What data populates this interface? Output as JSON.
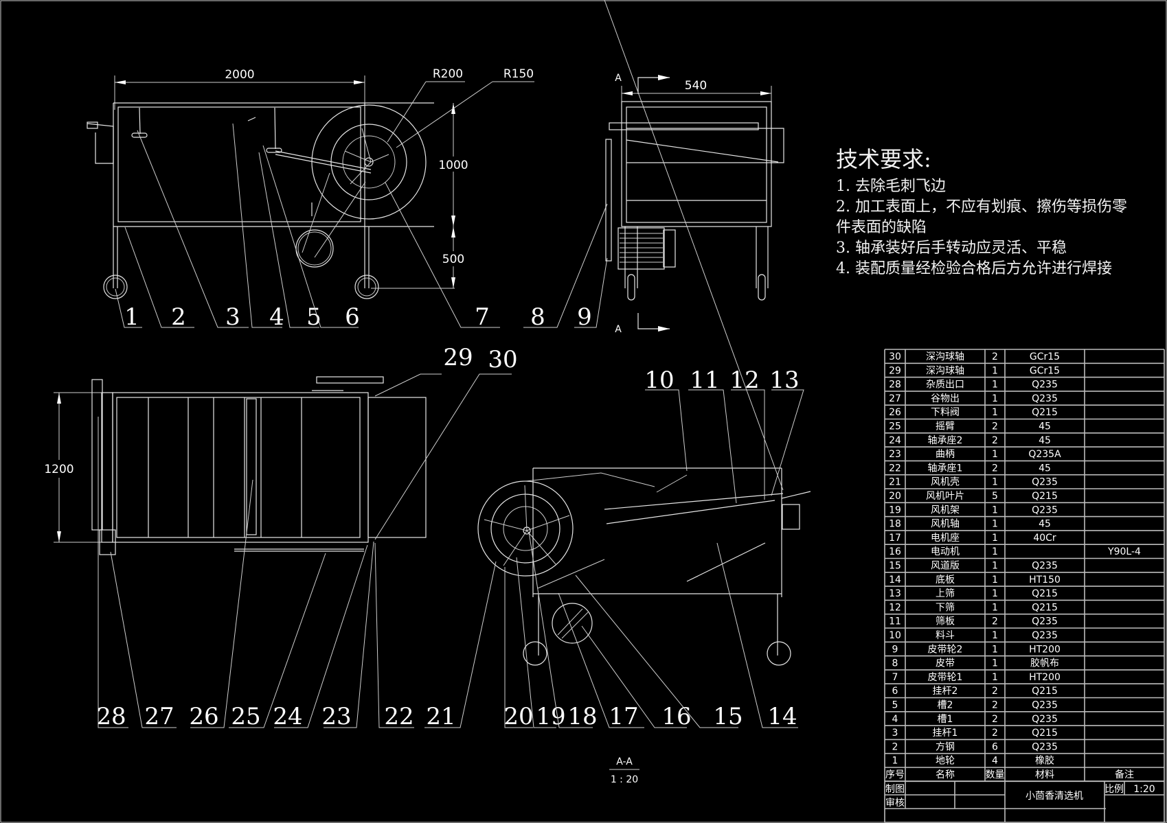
{
  "drawing": {
    "title": "小茴香清选机",
    "scale_label": "比例",
    "scale_value": "1:20",
    "drawn_by_label": "制图",
    "checked_by_label": "审核"
  },
  "front_view": {
    "dimensions": {
      "length": "2000",
      "height_upper": "1000",
      "height_lower": "500",
      "radius_outer": "R200",
      "radius_inner": "R150"
    },
    "balloons": [
      "1",
      "2",
      "3",
      "4",
      "5",
      "6",
      "7",
      "8",
      "9"
    ]
  },
  "side_view": {
    "dimensions": {
      "width": "540"
    },
    "section_mark_top": "A",
    "section_mark_bottom": "A"
  },
  "top_view": {
    "dimensions": {
      "width": "1200"
    },
    "balloons": [
      "28",
      "27",
      "26",
      "25",
      "24",
      "23",
      "22",
      "29",
      "30"
    ]
  },
  "section_view": {
    "balloons": [
      "21",
      "20",
      "19",
      "18",
      "17",
      "16",
      "15",
      "14",
      "10",
      "11",
      "12",
      "13"
    ],
    "caption_name": "A-A",
    "caption_scale": "1 : 20"
  },
  "tech_requirements": {
    "title": "技术要求:",
    "items": [
      "1. 去除毛刺飞边",
      "2. 加工表面上，不应有划痕、擦伤等损伤零",
      "件表面的缺陷",
      "3. 轴承装好后手转动应灵活、平稳",
      "4. 装配质量经检验合格后方允许进行焊接"
    ]
  },
  "bom": {
    "headers": {
      "seq": "序号",
      "name": "名称",
      "qty": "数量",
      "material": "材料",
      "remark": "备注"
    },
    "rows": [
      {
        "seq": "30",
        "name": "深沟球轴",
        "qty": "2",
        "material": "GCr15",
        "remark": ""
      },
      {
        "seq": "29",
        "name": "深沟球轴",
        "qty": "1",
        "material": "GCr15",
        "remark": ""
      },
      {
        "seq": "28",
        "name": "杂质出口",
        "qty": "1",
        "material": "Q235",
        "remark": ""
      },
      {
        "seq": "27",
        "name": "谷物出",
        "qty": "1",
        "material": "Q235",
        "remark": ""
      },
      {
        "seq": "26",
        "name": "下料阀",
        "qty": "1",
        "material": "Q215",
        "remark": ""
      },
      {
        "seq": "25",
        "name": "摇臂",
        "qty": "2",
        "material": "45",
        "remark": ""
      },
      {
        "seq": "24",
        "name": "轴承座2",
        "qty": "2",
        "material": "45",
        "remark": ""
      },
      {
        "seq": "23",
        "name": "曲柄",
        "qty": "1",
        "material": "Q235A",
        "remark": ""
      },
      {
        "seq": "22",
        "name": "轴承座1",
        "qty": "2",
        "material": "45",
        "remark": ""
      },
      {
        "seq": "21",
        "name": "风机壳",
        "qty": "1",
        "material": "Q235",
        "remark": ""
      },
      {
        "seq": "20",
        "name": "风机叶片",
        "qty": "5",
        "material": "Q215",
        "remark": ""
      },
      {
        "seq": "19",
        "name": "风机架",
        "qty": "1",
        "material": "Q235",
        "remark": ""
      },
      {
        "seq": "18",
        "name": "风机轴",
        "qty": "1",
        "material": "45",
        "remark": ""
      },
      {
        "seq": "17",
        "name": "电机座",
        "qty": "1",
        "material": "40Cr",
        "remark": ""
      },
      {
        "seq": "16",
        "name": "电动机",
        "qty": "1",
        "material": "",
        "remark": "Y90L-4"
      },
      {
        "seq": "15",
        "name": "风道版",
        "qty": "1",
        "material": "Q235",
        "remark": ""
      },
      {
        "seq": "14",
        "name": "底板",
        "qty": "1",
        "material": "HT150",
        "remark": ""
      },
      {
        "seq": "13",
        "name": "上筛",
        "qty": "1",
        "material": "Q215",
        "remark": ""
      },
      {
        "seq": "12",
        "name": "下筛",
        "qty": "1",
        "material": "Q215",
        "remark": ""
      },
      {
        "seq": "11",
        "name": "筛板",
        "qty": "2",
        "material": "Q235",
        "remark": ""
      },
      {
        "seq": "10",
        "name": "料斗",
        "qty": "1",
        "material": "Q235",
        "remark": ""
      },
      {
        "seq": "9",
        "name": "皮带轮2",
        "qty": "1",
        "material": "HT200",
        "remark": ""
      },
      {
        "seq": "8",
        "name": "皮带",
        "qty": "1",
        "material": "胶帆布",
        "remark": ""
      },
      {
        "seq": "7",
        "name": "皮带轮1",
        "qty": "1",
        "material": "HT200",
        "remark": ""
      },
      {
        "seq": "6",
        "name": "挂杆2",
        "qty": "2",
        "material": "Q215",
        "remark": ""
      },
      {
        "seq": "5",
        "name": "槽2",
        "qty": "2",
        "material": "Q235",
        "remark": ""
      },
      {
        "seq": "4",
        "name": "槽1",
        "qty": "2",
        "material": "Q235",
        "remark": ""
      },
      {
        "seq": "3",
        "name": "挂杆1",
        "qty": "2",
        "material": "Q215",
        "remark": ""
      },
      {
        "seq": "2",
        "name": "方钢",
        "qty": "6",
        "material": "Q235",
        "remark": ""
      },
      {
        "seq": "1",
        "name": "地轮",
        "qty": "4",
        "material": "橡胶",
        "remark": ""
      }
    ]
  }
}
